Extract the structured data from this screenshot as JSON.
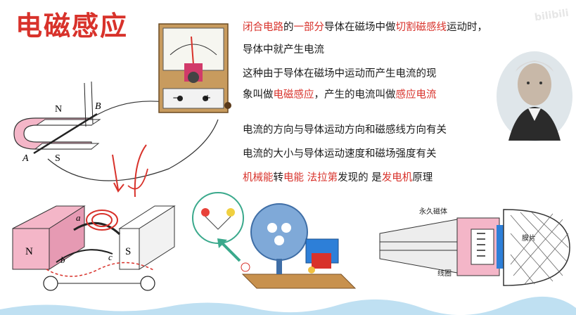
{
  "title": "电磁感应",
  "watermark": "bilibili",
  "paragraphs": {
    "p1_line1": [
      {
        "text": "闭合电路",
        "red": true
      },
      {
        "text": "的",
        "red": false
      },
      {
        "text": "一部分",
        "red": true
      },
      {
        "text": "导体在磁场中做",
        "red": false
      },
      {
        "text": "切割磁感线",
        "red": true
      },
      {
        "text": "运动时，",
        "red": false
      }
    ],
    "p1_line2": "导体中就产生电流",
    "p2_line1": "这种由于导体在磁场中运动而产生电流的现",
    "p2_line2": [
      {
        "text": "象叫做",
        "red": false
      },
      {
        "text": "电磁感应",
        "red": true
      },
      {
        "text": "，产生的电流叫做",
        "red": false
      },
      {
        "text": "感应电流",
        "red": true
      }
    ],
    "p3": "电流的方向与导体运动方向和磁感线方向有关",
    "p4": "电流的大小与导体运动速度和磁场强度有关",
    "p5": [
      {
        "text": "机械能",
        "red": true
      },
      {
        "text": "转",
        "red": false
      },
      {
        "text": "电能",
        "red": true
      },
      {
        "text": "    ",
        "red": false
      },
      {
        "text": "法拉第",
        "red": true
      },
      {
        "text": "发现的   是",
        "red": false
      },
      {
        "text": "发电机",
        "red": true
      },
      {
        "text": "原理",
        "red": false
      }
    ]
  },
  "diagram_top": {
    "label_n": "N",
    "label_s": "S",
    "label_a": "A",
    "label_b": "B",
    "meter_minus": "−",
    "meter_plus": "+"
  },
  "diagram_bottom": {
    "label_n": "N",
    "label_s": "S",
    "label_a": "a",
    "label_b": "b",
    "label_c": "c"
  },
  "mic": {
    "magnet_label": "永久磁体",
    "membrane_label": "膜片",
    "coil_label": "线圈"
  },
  "colors": {
    "accent_red": "#d8322b",
    "magnet_pink": "#f4b6c8",
    "mic_blue": "#2d7fd8"
  }
}
